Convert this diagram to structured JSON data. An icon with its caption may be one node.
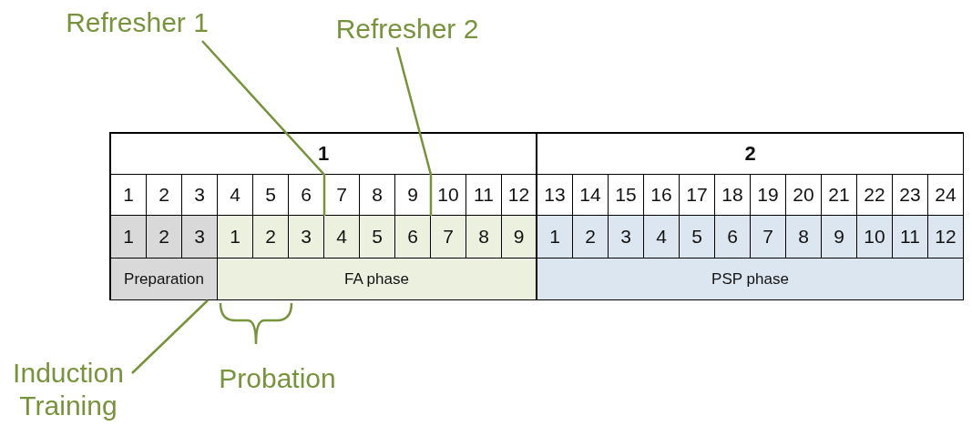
{
  "diagram": {
    "nodes": [
      {
        "text": [
          "Refresher 1"
        ]
      },
      {
        "text": [
          "Refresher 2"
        ]
      },
      {
        "text": [
          "Induction Training"
        ]
      },
      {
        "text": [
          "3"
        ]
      },
      {
        "text": [
          "6"
        ]
      },
      {
        "text": [
          "Preparation"
        ]
      }
    ],
    "edges": [
      {
        "from": 0,
        "to": 3,
        "arrow": "none"
      },
      {
        "from": 1,
        "to": 4,
        "arrow": "none"
      },
      {
        "from": 2,
        "to": 5,
        "arrow": "none"
      }
    ],
    "labels": [
      "1",
      "2",
      "1",
      "2",
      "3",
      "4",
      "5",
      "6",
      "7",
      "8",
      "9",
      "10",
      "11",
      "12",
      "13",
      "14",
      "15",
      "16",
      "17",
      "18",
      "19",
      "20",
      "21",
      "22",
      "23",
      "24",
      "1",
      "2",
      "3",
      "1",
      "2",
      "4",
      "5",
      "7",
      "8",
      "9",
      "1",
      "2",
      "3",
      "4",
      "5",
      "6",
      "7",
      "8",
      "9",
      "10",
      "11",
      "12",
      "FA phase",
      "PSP phase",
      "Probation"
    ]
  }
}
